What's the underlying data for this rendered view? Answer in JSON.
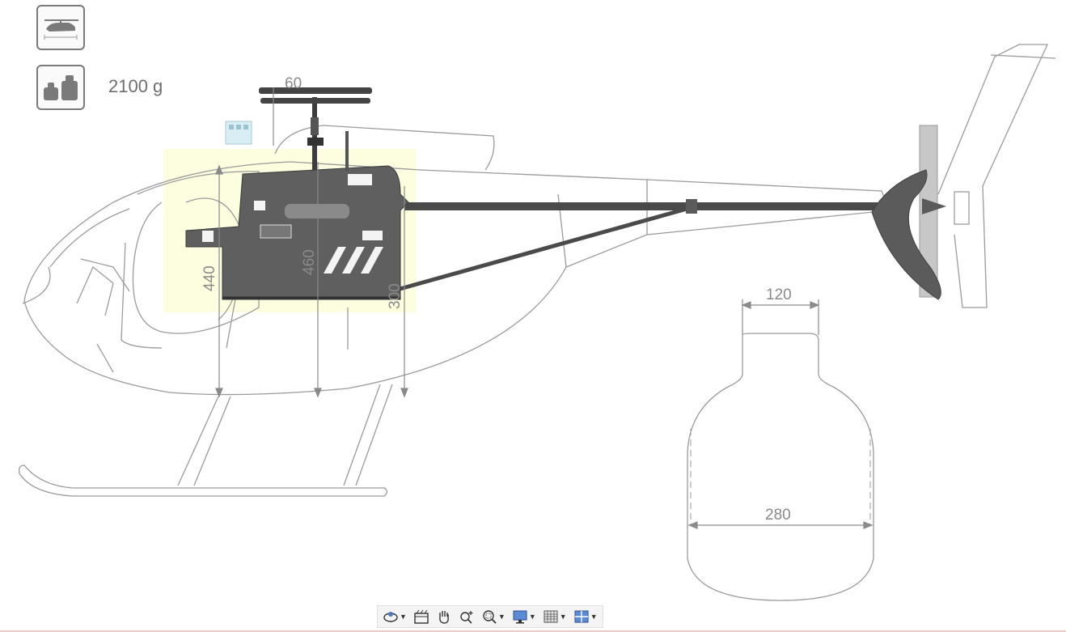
{
  "header": {
    "view_icon": "helicopter-outline-icon",
    "weight_icon": "weights-icon",
    "weight_value": "2100 g"
  },
  "drawing": {
    "icon": "helicopter-side-drawing",
    "dimensions": {
      "rotor_head": "60",
      "front_height": "440",
      "mid_height": "460",
      "rear_height": "300",
      "top_width": "120",
      "body_width": "280"
    },
    "frame_highlight_color": "#fdfde0"
  },
  "toolbar": {
    "items": [
      {
        "name": "orbit-button",
        "icon": "orbit-icon",
        "has_dropdown": true
      },
      {
        "name": "fit-view-button",
        "icon": "camera-film-icon",
        "has_dropdown": false
      },
      {
        "name": "pan-button",
        "icon": "hand-icon",
        "has_dropdown": false
      },
      {
        "name": "zoom-in-button",
        "icon": "zoom-plus-icon",
        "has_dropdown": false
      },
      {
        "name": "zoom-window-button",
        "icon": "zoom-window-icon",
        "has_dropdown": true
      },
      {
        "name": "display-button",
        "icon": "monitor-icon",
        "has_dropdown": true
      },
      {
        "name": "grid-button",
        "icon": "grid-icon",
        "has_dropdown": true
      },
      {
        "name": "layout-button",
        "icon": "layout-icon",
        "has_dropdown": true
      }
    ]
  }
}
